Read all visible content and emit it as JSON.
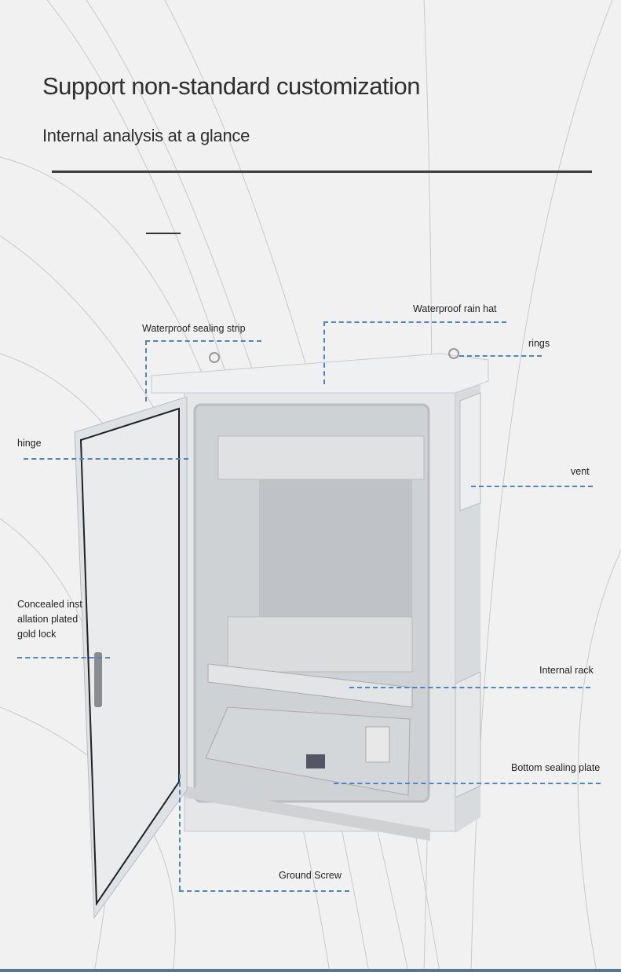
{
  "header": {
    "title": "Support non-standard customization",
    "subtitle": "Internal analysis at a glance"
  },
  "callouts": {
    "sealing_strip": "Waterproof sealing strip",
    "rain_hat": "Waterproof rain hat",
    "rings": "rings",
    "hinge": "hinge",
    "vent": "vent",
    "lock_line1": "Concealed inst",
    "lock_line2": "allation plated",
    "lock_line3": " gold lock",
    "internal_rack": "Internal rack",
    "bottom_plate": "Bottom sealing plate",
    "ground_screw": "Ground Screw"
  },
  "colors": {
    "callout_line": "#4a86c8",
    "bottom_bar": "#5a7590"
  }
}
